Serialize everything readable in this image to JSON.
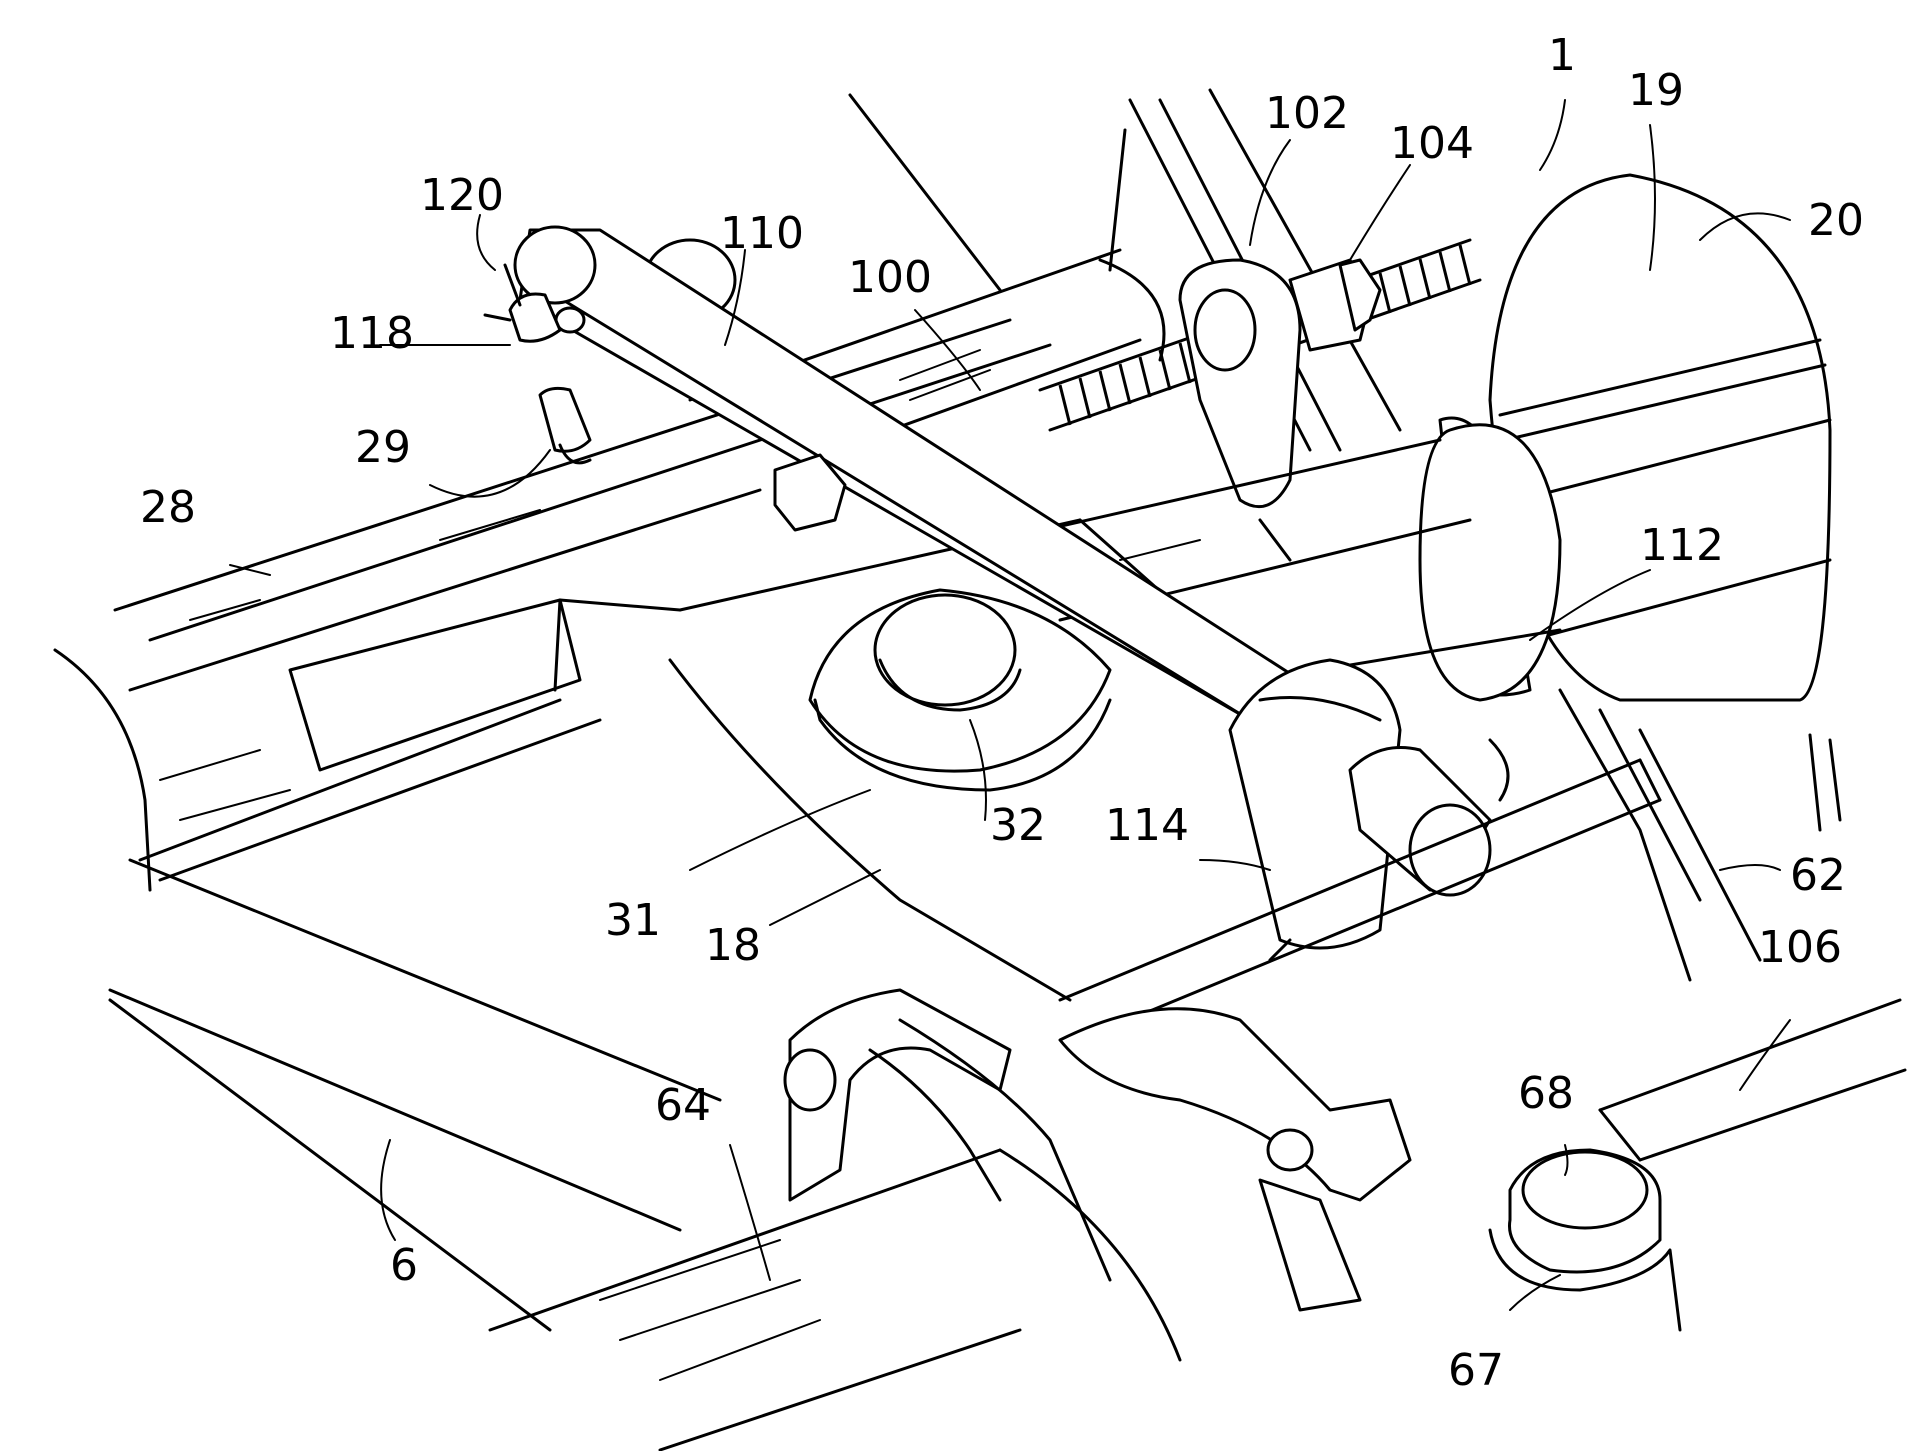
{
  "figure": {
    "reference_numerals": [
      "1",
      "19",
      "20",
      "102",
      "104",
      "120",
      "110",
      "100",
      "118",
      "29",
      "28",
      "112",
      "62",
      "106",
      "32",
      "114",
      "31",
      "18",
      "68",
      "64",
      "6",
      "67"
    ]
  }
}
